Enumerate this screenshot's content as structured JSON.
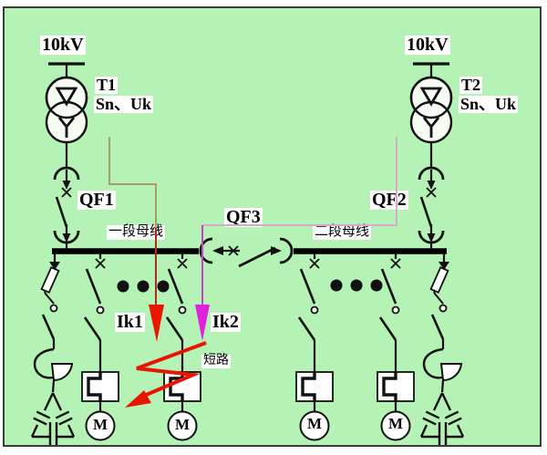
{
  "sources": {
    "left": "10kV",
    "right": "10kV"
  },
  "transformers": {
    "t1": {
      "name": "T1",
      "rating": "Sn、Uk"
    },
    "t2": {
      "name": "T2",
      "rating": "Sn、Uk"
    }
  },
  "breakers": {
    "qf1": "QF1",
    "qf2": "QF2",
    "qf3": "QF3"
  },
  "buses": {
    "section1": "一段母线",
    "section2": "二段母线"
  },
  "faults": {
    "ik1": "Ik1",
    "ik2": "Ik2",
    "short_circuit": "短路"
  },
  "motors": [
    "M",
    "M",
    "M",
    "M"
  ],
  "colors": {
    "background": "#b5f2b5",
    "line": "#111111",
    "t1_route": "#a89c64",
    "t2_route": "#d6aac8",
    "ik1_line": "#b22a1e",
    "ik1_arrow": "#ea1502",
    "ik2_line": "#cf3fcf",
    "ik2_arrow": "#e022e0",
    "short_circuit": "#e81502"
  }
}
